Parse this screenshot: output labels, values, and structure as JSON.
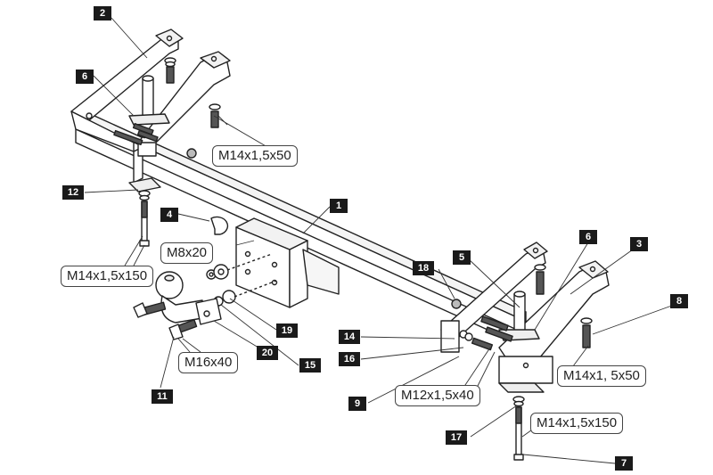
{
  "diagram": {
    "title": "Tow bar exploded assembly diagram",
    "part_numbers": {
      "p1": "1",
      "p2": "2",
      "p3": "3",
      "p4": "4",
      "p5": "5",
      "p6a": "6",
      "p6b": "6",
      "p7": "7",
      "p8": "8",
      "p9": "9",
      "p11": "11",
      "p12": "12",
      "p14": "14",
      "p15": "15",
      "p16": "16",
      "p17": "17",
      "p18": "18",
      "p19": "19",
      "p20": "20"
    },
    "bolt_specs": {
      "top_left_bracket": "M14x1,5x50",
      "left_long_bolt": "M14x1,5x150",
      "ball_mount_small": "M8x20",
      "ball_bolt": "M16x40",
      "right_side_bolt": "M12x1,5x40",
      "right_bracket": "M14x1, 5x50",
      "right_long_bolt": "M14x1,5x150"
    }
  }
}
